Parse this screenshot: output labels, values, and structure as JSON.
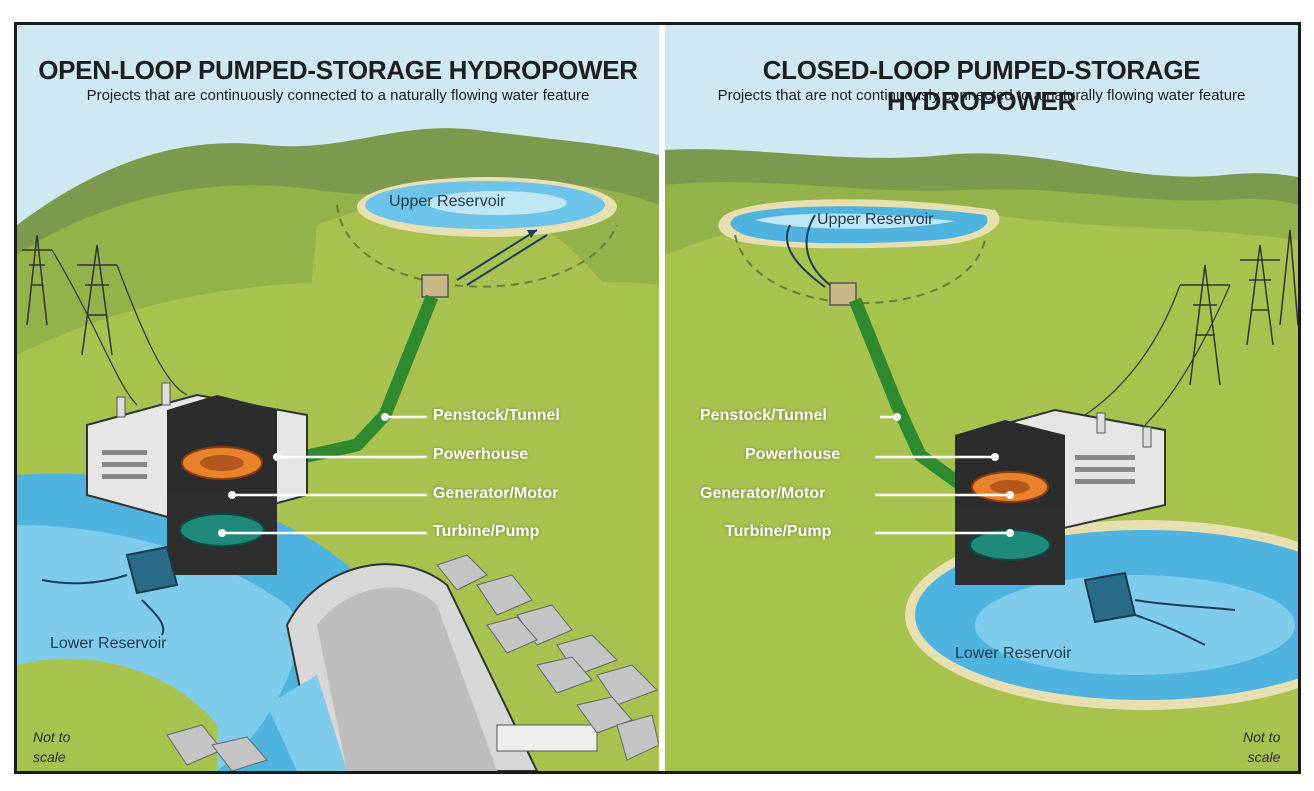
{
  "open_loop": {
    "title": "OPEN-LOOP PUMPED-STORAGE HYDROPOWER",
    "subtitle": "Projects that are continuously connected to a naturally flowing water feature",
    "upper_reservoir": "Upper Reservoir",
    "lower_reservoir": "Lower Reservoir",
    "labels": {
      "penstock": "Penstock/Tunnel",
      "powerhouse": "Powerhouse",
      "generator": "Generator/Motor",
      "turbine": "Turbine/Pump"
    },
    "scale_note": {
      "line1": "Not to",
      "line2": "scale"
    }
  },
  "closed_loop": {
    "title": "CLOSED-LOOP PUMPED-STORAGE HYDROPOWER",
    "subtitle": "Projects that are not continuously connected to a naturally flowing water feature",
    "upper_reservoir": "Upper Reservoir",
    "lower_reservoir": "Lower Reservoir",
    "labels": {
      "penstock": "Penstock/Tunnel",
      "powerhouse": "Powerhouse",
      "generator": "Generator/Motor",
      "turbine": "Turbine/Pump"
    },
    "scale_note": {
      "line1": "Not to",
      "line2": "scale"
    }
  },
  "colors": {
    "sky": "#cfe8f1",
    "hill_far": "#7c9a4e",
    "hill_mid": "#9cb84a",
    "hill_near": "#b2c850",
    "water": "#4fb3e0",
    "water_light": "#bfe6f5",
    "penstock": "#2f8a2f",
    "building": "#e6e6e6"
  }
}
